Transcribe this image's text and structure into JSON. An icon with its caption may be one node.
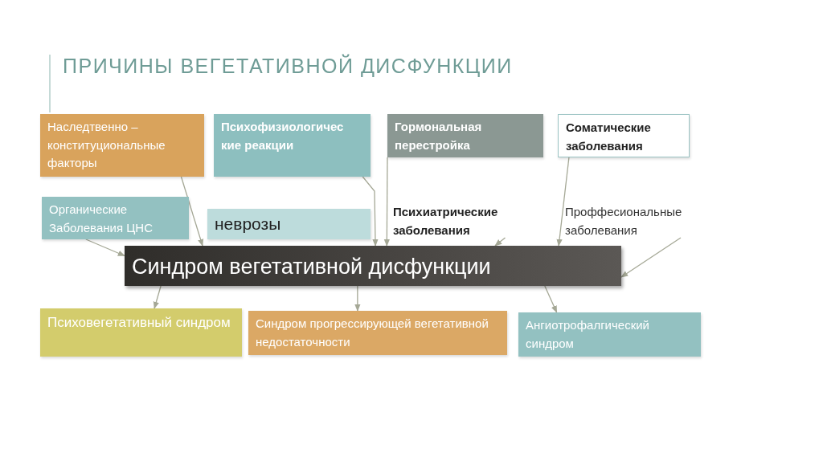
{
  "diagram": {
    "title": "ПРИЧИНЫ ВЕГЕТАТИВНОЙ ДИСФУНКЦИИ",
    "nodes": [
      {
        "text": [
          "Наследтвенно – конституциональные факторы"
        ]
      },
      {
        "text": [
          "Психофизиологичес кие реакции"
        ]
      },
      {
        "text": [
          "Гормональная перестройка"
        ]
      },
      {
        "text": [
          "Соматические заболевания"
        ]
      },
      {
        "text": [
          "Органические Заболевания ЦНС"
        ]
      },
      {
        "text": [
          "неврозы"
        ]
      },
      {
        "text": [
          "Психиатрические заболевания"
        ]
      },
      {
        "text": [
          "Проффесиональные заболевания"
        ]
      },
      {
        "text": [
          "Синдром вегетативной дисфункции"
        ]
      },
      {
        "text": [
          "Психовегетативный синдром"
        ]
      },
      {
        "text": [
          "Синдром прогрессирующей вегетативной недостаточности"
        ]
      },
      {
        "text": [
          "Ангиотрофалгический синдром"
        ]
      }
    ],
    "edges": [
      {
        "from": 4,
        "to": 8,
        "arrow": "to"
      },
      {
        "from": 0,
        "to": 8,
        "arrow": "to"
      },
      {
        "from": 1,
        "to": 8,
        "arrow": "to"
      },
      {
        "from": 2,
        "to": 8,
        "arrow": "to"
      },
      {
        "from": 6,
        "to": 8,
        "arrow": "to"
      },
      {
        "from": 3,
        "to": 8,
        "arrow": "to"
      },
      {
        "from": 7,
        "to": 8,
        "arrow": "to"
      },
      {
        "from": 8,
        "to": 9,
        "arrow": "to"
      },
      {
        "from": 8,
        "to": 10,
        "arrow": "to"
      },
      {
        "from": 8,
        "to": 11,
        "arrow": "to"
      }
    ]
  }
}
